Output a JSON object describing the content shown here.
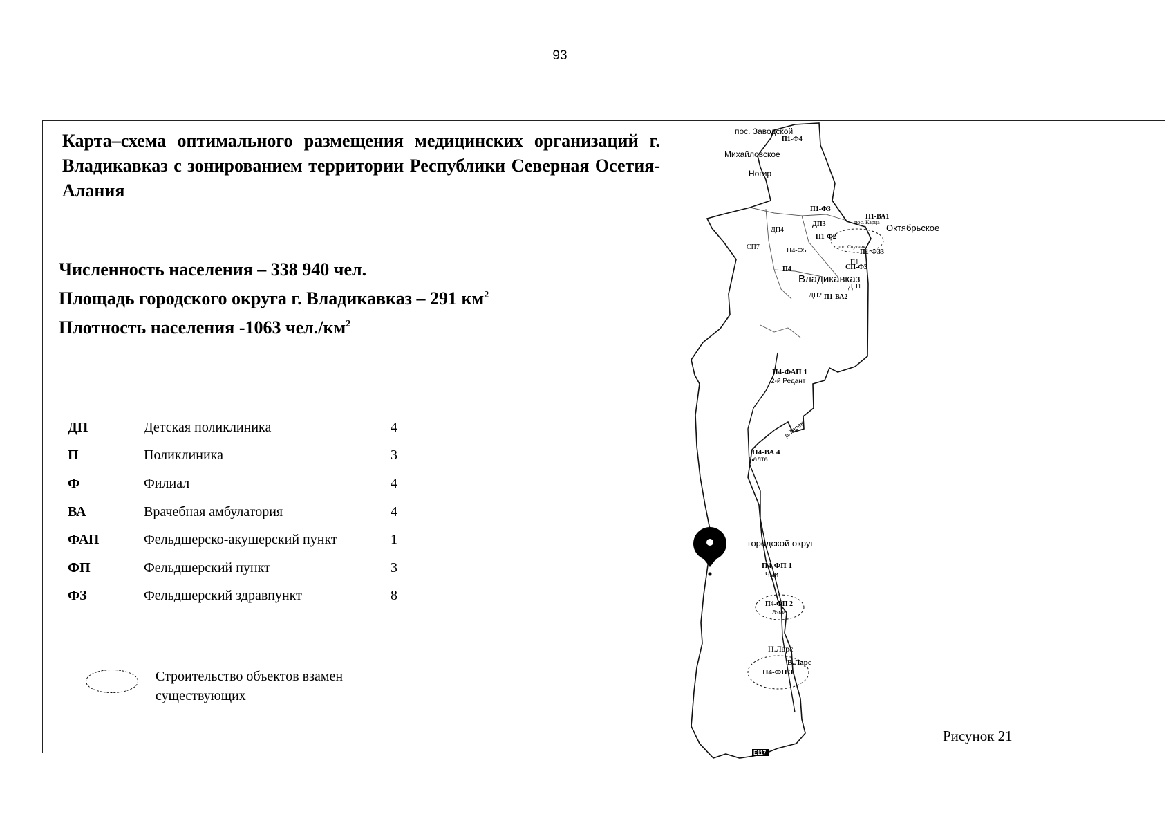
{
  "page_number": "93",
  "title": "Карта–схема оптимального размещения медицинских организаций г. Владикавказ с зонированием территории Республики Северная Осетия-Алания",
  "stats": [
    {
      "text": "Численность населения – 338 940 чел.",
      "sup": ""
    },
    {
      "text": "Площадь городского округа г. Владикавказ – 291 км",
      "sup": "2"
    },
    {
      "text": "Плотность населения -1063 чел./км",
      "sup": "2"
    }
  ],
  "legend": [
    {
      "code": "ДП",
      "name": "Детская поликлиника",
      "count": "4"
    },
    {
      "code": "П",
      "name": "Поликлиника",
      "count": "3"
    },
    {
      "code": "Ф",
      "name": "Филиал",
      "count": "4"
    },
    {
      "code": "ВА",
      "name": "Врачебная амбулатория",
      "count": "4"
    },
    {
      "code": "ФАП",
      "name": "Фельдшерско-акушерский пункт",
      "count": "1"
    },
    {
      "code": "ФП",
      "name": "Фельдшерский пункт",
      "count": "3"
    },
    {
      "code": "ФЗ",
      "name": "Фельдшерский здравпункт",
      "count": "8"
    }
  ],
  "construction_note": "Строительство объектов взамен существующих",
  "figure_caption": "Рисунок 21",
  "map": {
    "labels": {
      "zavodskoy": "пос. Заводской",
      "p1_f4": "П1-Ф4",
      "mikhaylovskoe": "Михайловское",
      "nogir": "Ногир",
      "p1_f3": "П1-Ф3",
      "p1_va1": "П1-ВА1",
      "pos_kartsa": "пос. Карца",
      "oktyabrskoe": "Октябрьское",
      "dp4": "ДП4",
      "dp3": "ДП3",
      "p1_f2": "П1-Ф2",
      "sp7": "СП7",
      "p4_f5": "П4-Ф5",
      "pos_sputnik": "пос. Спутник",
      "p1_fz3": "П1-ФЗ3",
      "p1": "П1",
      "p4": "П4",
      "sp_f3": "СП-Ф3",
      "vladikavkaz": "Владикавказ",
      "dp1": "ДП1",
      "dp2": "ДП2",
      "p1_va2": "П1-ВА2",
      "p4_fap1": "П4-ФАП 1",
      "redant": "2-й Редант",
      "terek": "р.Терек",
      "p4_va4": "П4-ВА 4",
      "balta": "Балта",
      "gorodskoy_okrug": "городской округ",
      "p4_fp1": "П4-ФП 1",
      "chmi": "Чми",
      "p4_fp2": "П4-ФП 2",
      "ezmi": "Эзми",
      "n_lars": "Н.Ларс",
      "v_lars": "В.Ларс",
      "p4_fp3": "П4-ФП 3",
      "road": "Е117"
    }
  }
}
